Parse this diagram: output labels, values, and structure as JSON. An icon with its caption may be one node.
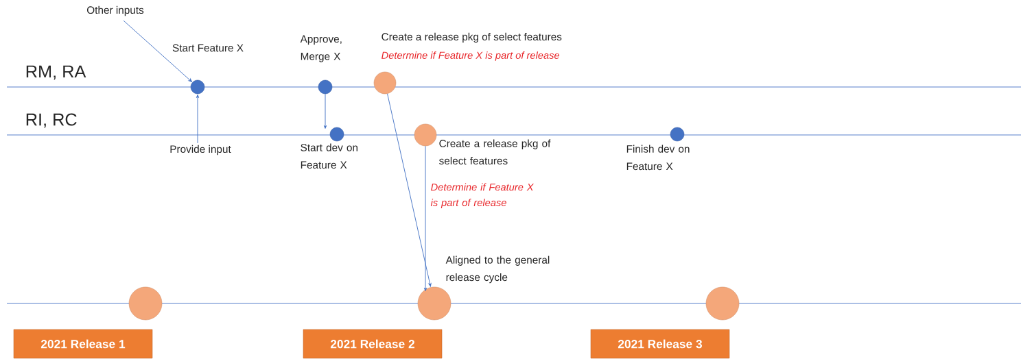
{
  "diagram": {
    "nodes": [
      {
        "text": [
          "Other inputs"
        ]
      },
      {
        "text": [],
        "shape": "circle",
        "beside": [
          "Start Feature X"
        ]
      },
      {
        "text": [
          "Provide input"
        ]
      },
      {
        "text": [],
        "shape": "circle",
        "beside": [
          "Approve, Merge X"
        ]
      },
      {
        "text": [],
        "shape": "circle",
        "beside": [
          "Create a release pkg of select features",
          "Determine if Feature X is part of release"
        ]
      },
      {
        "text": [],
        "shape": "circle",
        "beside": [
          "Start dev on Feature X"
        ]
      },
      {
        "text": [],
        "shape": "circle",
        "beside": [
          "Create a release pkg of select features",
          "Determine if Feature X is part of release"
        ]
      },
      {
        "text": [],
        "shape": "circle",
        "beside": [
          "Finish dev on Feature X"
        ]
      },
      {
        "text": [],
        "shape": "circle"
      },
      {
        "text": [],
        "shape": "circle",
        "beside": [
          "Aligned to the general release cycle"
        ]
      },
      {
        "text": [],
        "shape": "circle"
      },
      {
        "text": [
          "2021 Release 1"
        ]
      },
      {
        "text": [
          "2021 Release 2"
        ]
      },
      {
        "text": [
          "2021 Release 3"
        ]
      }
    ],
    "edges": [
      {
        "from": 0,
        "to": 1,
        "arrow": "to"
      },
      {
        "from": 2,
        "to": 1,
        "arrow": "to"
      },
      {
        "from": 3,
        "to": 5,
        "arrow": "to"
      },
      {
        "from": 4,
        "to": 9,
        "arrow": "to"
      },
      {
        "from": 6,
        "to": 9,
        "arrow": "to"
      }
    ],
    "labels": [
      "RM, RA",
      "RI, RC"
    ]
  }
}
